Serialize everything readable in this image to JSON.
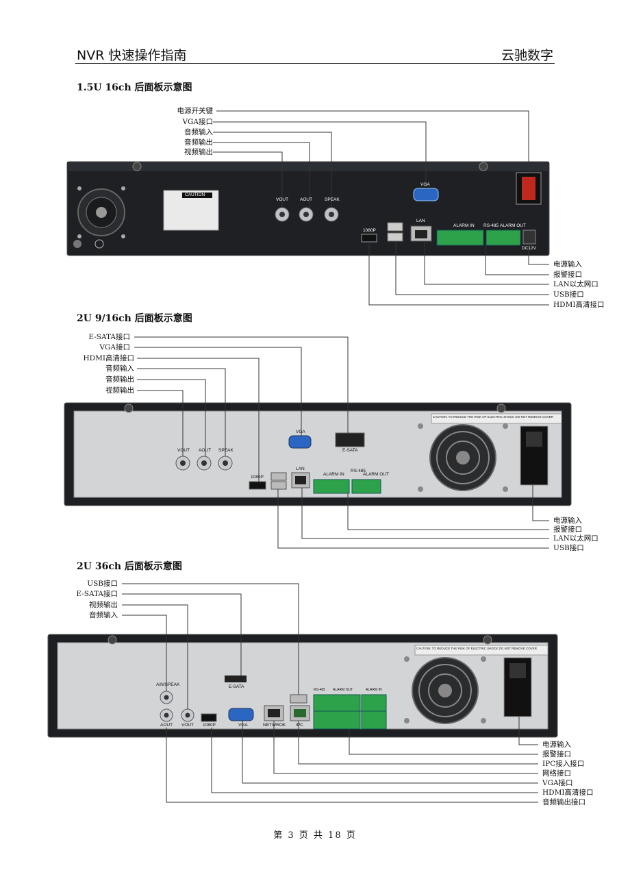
{
  "header": {
    "left_title": "NVR 快速操作指南",
    "right_title": "云驰数字"
  },
  "sections": [
    {
      "title": "1.5U 16ch  后面板示意图",
      "top_labels": [
        "电源开关键",
        "VGA接口",
        "音频输入",
        "音频输出",
        "视频输出"
      ],
      "bottom_labels": [
        "电源输入",
        "报警接口",
        "LAN以太网口",
        "USB接口",
        "HDMI高清接口"
      ],
      "panel_text": {
        "caution": "CAUTION",
        "vout": "VOUT",
        "aout": "AOUT",
        "speak": "SPEAK",
        "vga": "VGA",
        "hdmi": "1080P",
        "lan": "LAN",
        "alarm_in": "ALARM IN",
        "rs485": "RS-485",
        "alarm_out": "ALARM OUT",
        "dc": "DC12V"
      }
    },
    {
      "title": "2U 9/16ch  后面板示意图",
      "top_labels": [
        "E-SATA接口",
        "VGA接口",
        "HDMI高清接口",
        "音频输入",
        "音频输出",
        "视频输出"
      ],
      "bottom_labels": [
        "电源输入",
        "报警接口",
        "LAN以太网口",
        "USB接口"
      ],
      "panel_text": {
        "vout": "VOUT",
        "aout": "AOUT",
        "speak": "SPEAK",
        "vga": "VGA",
        "esata": "E-SATA",
        "hdmi": "1080P",
        "lan": "LAN",
        "alarm_in": "ALARM IN",
        "rs485": "RS-485",
        "alarm_out": "ALARM OUT",
        "caution": "CAUTION: TO REDUCE THE RISK OF ELECTRIC SHOCK DO NOT REMOVE COVER"
      }
    },
    {
      "title": "2U 36ch  后面板示意图",
      "top_labels": [
        "USB接口",
        "E-SATA接口",
        "视频输出",
        "音频输入"
      ],
      "bottom_labels": [
        "电源输入",
        "报警接口",
        "IPC接入接口",
        "网络接口",
        "VGA接口",
        "HDMI高清接口",
        "音频输出接口"
      ],
      "panel_text": {
        "ain_speak": "AIN/SPEAK",
        "aout": "AOUT",
        "vout": "VOUT",
        "hdmi": "1080P",
        "vga": "VGA",
        "network": "NETWROK",
        "ipc": "IPC",
        "esata": "E-SATA",
        "rs485": "RS-485",
        "alarm_out": "ALARM OUT",
        "alarm_in": "ALARM IN",
        "caution": "CAUTION: TO REDUCE THE RISK OF ELECTRIC SHOCK DO NOT REMOVE COVER"
      }
    }
  ],
  "footer": "第 3 页 共 18 页"
}
